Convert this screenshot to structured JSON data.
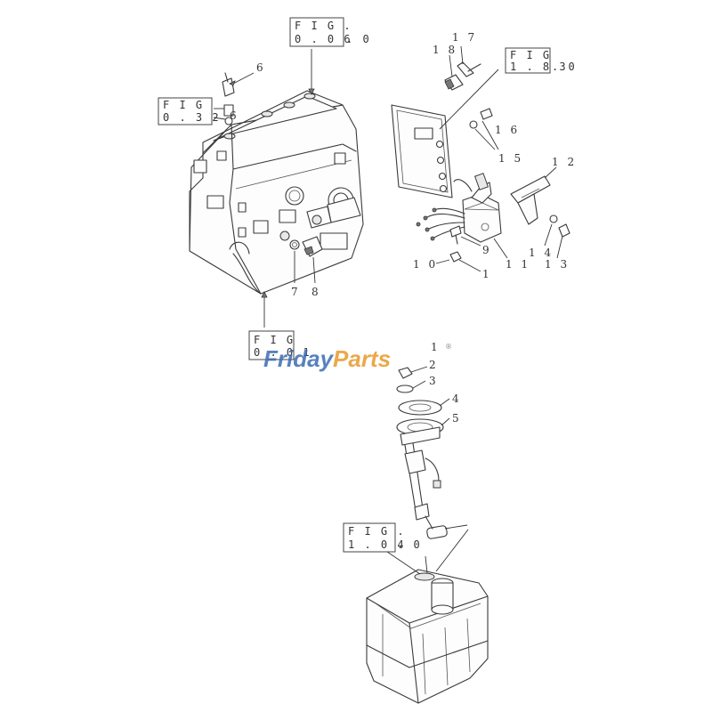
{
  "fig_refs": {
    "top": {
      "line1": "F I G .",
      "line2": "0 . 0 6",
      "suffix": ". 0"
    },
    "left": {
      "line1": "F I G",
      "line2": "0 . 3 2",
      "suffix": "6"
    },
    "right": {
      "line1": "F I G",
      "line2": "1 . 8 3",
      "suffix": ". 0"
    },
    "bottom_engine": {
      "line1": "F I G",
      "line2": "0 . 0 1"
    },
    "tank": {
      "line1": "F I G .",
      "line2": "1 . 0 4",
      "suffix": ". 0"
    }
  },
  "callouts": {
    "c6": "6",
    "c7": "7",
    "c8": "8",
    "c17": "1 7",
    "c18": "1 8",
    "c16": "1 6",
    "c15": "1 5",
    "c12": "1 2",
    "c9": "9",
    "c10": "1 0",
    "c1a": "1",
    "c11": "1 1",
    "c14": "1 4",
    "c13": "1 3",
    "c1b": "1",
    "c2": "2",
    "c3": "3",
    "c4": "4",
    "c5": "5"
  },
  "watermark": {
    "part1": "Friday",
    "part2": "Parts",
    "mark": "®",
    "color1": "#3b6db3",
    "color2": "#e89a2c"
  }
}
